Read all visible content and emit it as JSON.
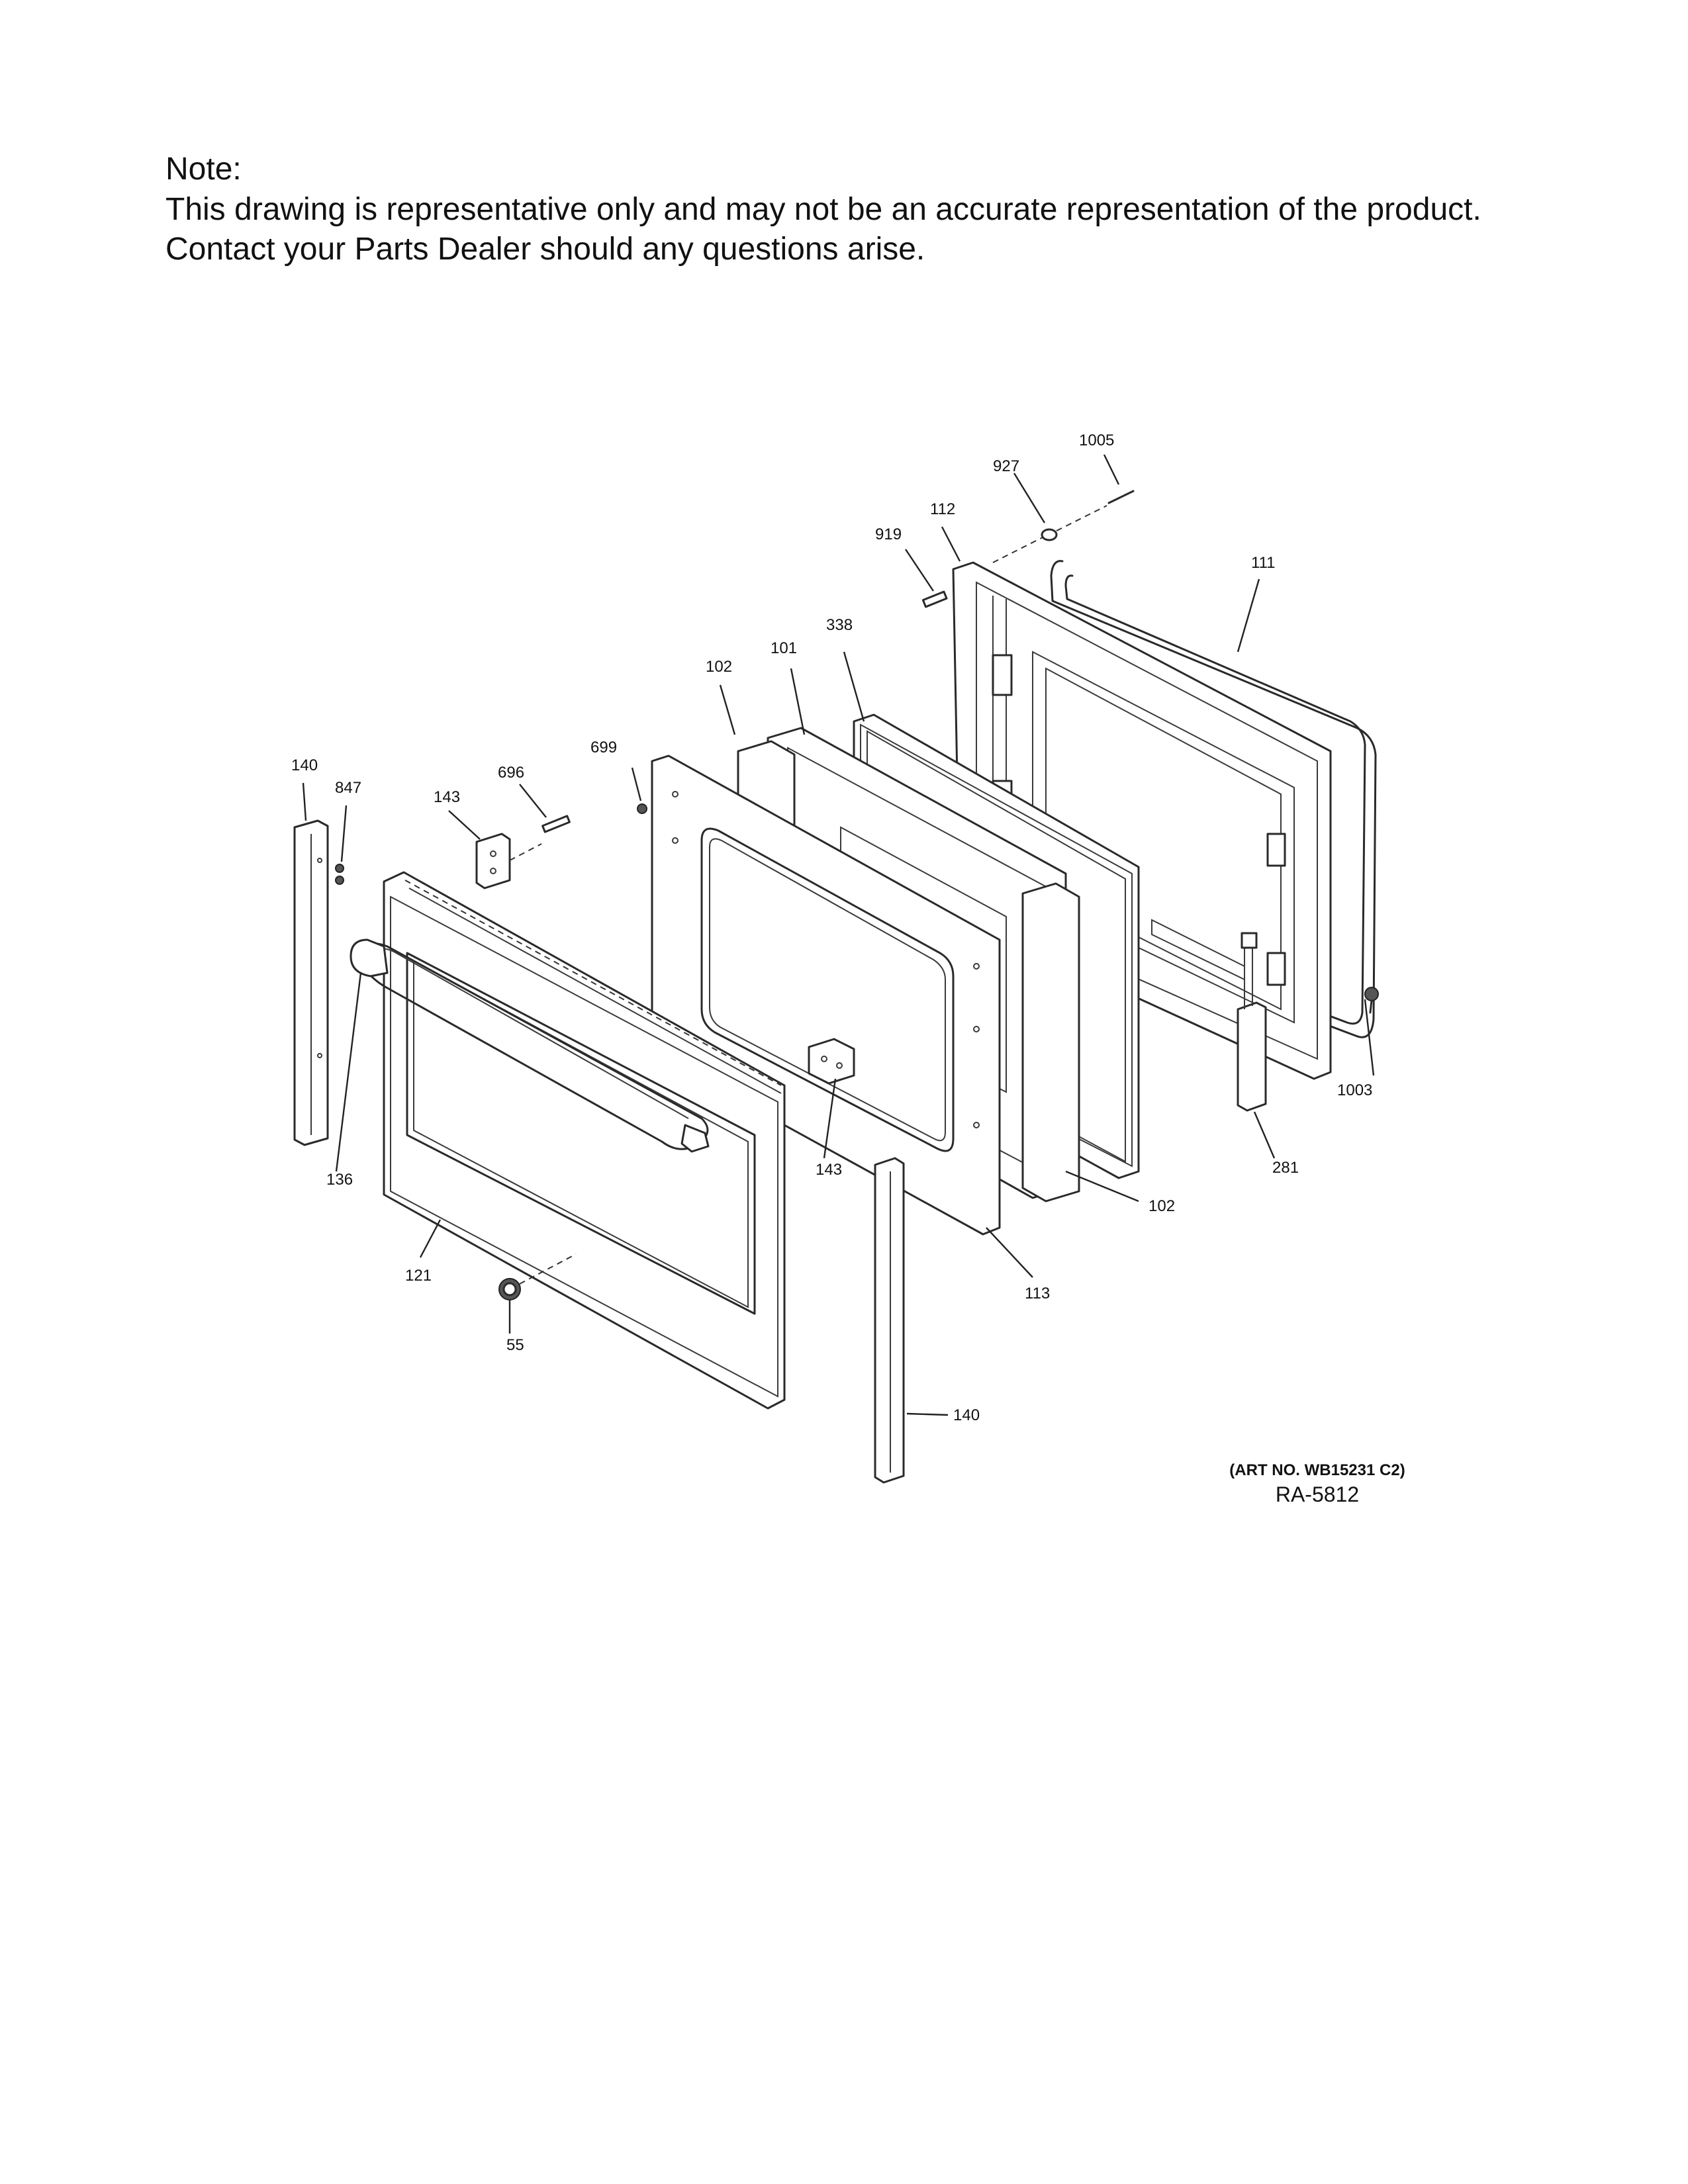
{
  "note": {
    "title": "Note:",
    "line1": "This drawing is representative only and may not be an accurate representation of the product.",
    "line2": "Contact your Parts Dealer should any questions arise."
  },
  "callouts": {
    "c1005": "1005",
    "c927": "927",
    "c112": "112",
    "c919": "919",
    "c111": "111",
    "c338": "338",
    "c101": "101",
    "c102_top": "102",
    "c699": "699",
    "c140_left": "140",
    "c847": "847",
    "c696": "696",
    "c143_left": "143",
    "c136": "136",
    "c121": "121",
    "c55": "55",
    "c143_mid": "143",
    "c102_bottom": "102",
    "c113": "113",
    "c1003": "1003",
    "c281": "281",
    "c140_bottom": "140"
  },
  "art_number": "(ART NO. WB15231 C2)",
  "ra_number": "RA-5812"
}
